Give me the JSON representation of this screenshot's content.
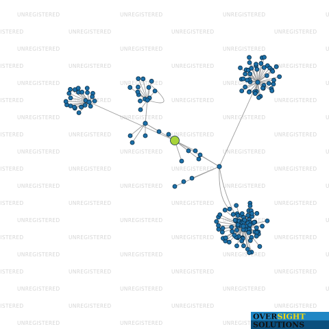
{
  "watermark": "UNREGISTERED",
  "logo": {
    "line1_part1": "OVER",
    "line1_part2": "SIGHT",
    "line2": "SOLUTIONS",
    "colors": {
      "background": "#1b6fa8",
      "text": "#1a1a1a",
      "accent": "#f5d90a",
      "accent_dark": "#0b3d5e"
    }
  },
  "graph": {
    "colors": {
      "node": "#1b6fa8",
      "node_stroke": "#0b2c44",
      "highlight_node": "#a8d43a",
      "edge": "#9a9a9a"
    },
    "node_count_description": "network of company/person links with one highlighted node"
  }
}
